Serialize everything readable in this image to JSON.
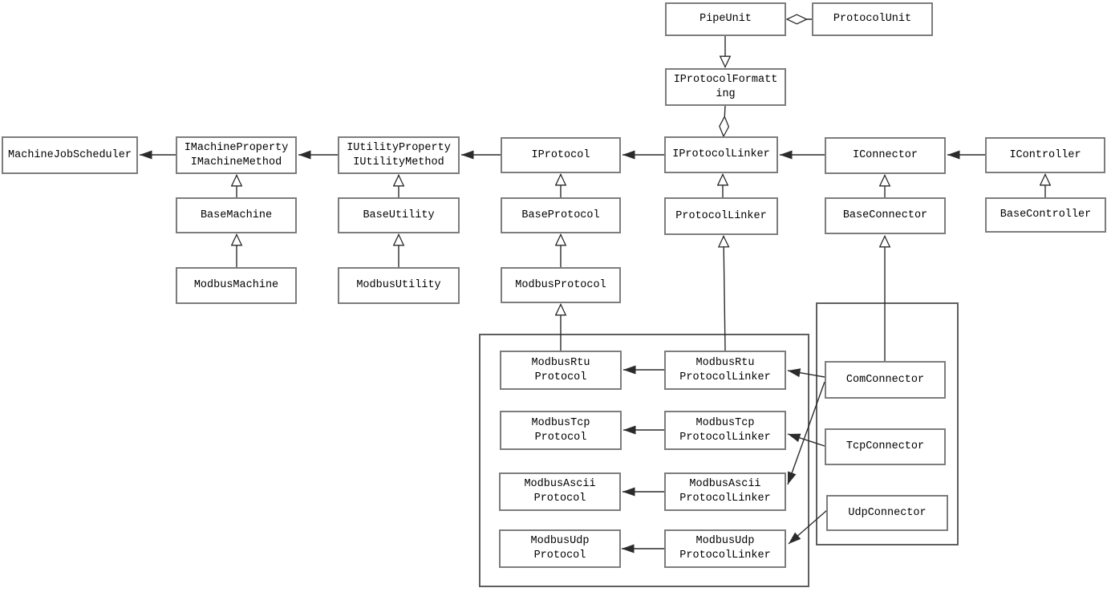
{
  "diagram": {
    "type": "uml-class-diagram",
    "colors": {
      "background": "#ffffff",
      "box_fill": "#ffffff",
      "box_border": "#7d7d7d",
      "group_border": "#5f5f5f",
      "line": "#2b2b2b",
      "text": "#000000"
    },
    "nodes": {
      "pipe_unit": {
        "label": "PipeUnit"
      },
      "protocol_unit": {
        "label": "ProtocolUnit"
      },
      "iprotocol_formatting": {
        "label": "IProtocolFormatting"
      },
      "machine_job_scheduler": {
        "label": "MachineJobScheduler"
      },
      "imachine": {
        "label": "IMachineProperty\nIMachineMethod"
      },
      "iutility": {
        "label": "IUtilityProperty\nIUtilityMethod"
      },
      "iprotocol": {
        "label": "IProtocol"
      },
      "iprotocol_linker": {
        "label": "IProtocolLinker"
      },
      "iconnector": {
        "label": "IConnector"
      },
      "icontroller": {
        "label": "IController"
      },
      "base_machine": {
        "label": "BaseMachine"
      },
      "base_utility": {
        "label": "BaseUtility"
      },
      "base_protocol": {
        "label": "BaseProtocol"
      },
      "protocol_linker": {
        "label": "ProtocolLinker"
      },
      "base_connector": {
        "label": "BaseConnector"
      },
      "base_controller": {
        "label": "BaseController"
      },
      "modbus_machine": {
        "label": "ModbusMachine"
      },
      "modbus_utility": {
        "label": "ModbusUtility"
      },
      "modbus_protocol": {
        "label": "ModbusProtocol"
      },
      "modbus_rtu_protocol": {
        "label": "ModbusRtu\nProtocol"
      },
      "modbus_rtu_protocol_linker": {
        "label": "ModbusRtu\nProtocolLinker"
      },
      "modbus_tcp_protocol": {
        "label": "ModbusTcp\nProtocol"
      },
      "modbus_tcp_protocol_linker": {
        "label": "ModbusTcp\nProtocolLinker"
      },
      "modbus_ascii_protocol": {
        "label": "ModbusAscii\nProtocol"
      },
      "modbus_ascii_protocol_linker": {
        "label": "ModbusAscii\nProtocolLinker"
      },
      "modbus_udp_protocol": {
        "label": "ModbusUdp\nProtocol"
      },
      "modbus_udp_protocol_linker": {
        "label": "ModbusUdp\nProtocolLinker"
      },
      "com_connector": {
        "label": "ComConnector"
      },
      "tcp_connector": {
        "label": "TcpConnector"
      },
      "udp_connector": {
        "label": "UdpConnector"
      }
    },
    "groups": [
      {
        "name": "modbus-protocols-group",
        "members": [
          "modbus_rtu_protocol",
          "modbus_rtu_protocol_linker",
          "modbus_tcp_protocol",
          "modbus_tcp_protocol_linker",
          "modbus_ascii_protocol",
          "modbus_ascii_protocol_linker",
          "modbus_udp_protocol",
          "modbus_udp_protocol_linker"
        ]
      },
      {
        "name": "connectors-group",
        "members": [
          "com_connector",
          "tcp_connector",
          "udp_connector"
        ]
      }
    ],
    "edges": [
      {
        "from": "protocol_unit",
        "to": "pipe_unit",
        "type": "aggregation"
      },
      {
        "from": "pipe_unit",
        "to": "iprotocol_formatting",
        "type": "generalization"
      },
      {
        "from": "iprotocol_formatting",
        "to": "iprotocol_linker",
        "type": "aggregation"
      },
      {
        "from": "imachine",
        "to": "machine_job_scheduler",
        "type": "association"
      },
      {
        "from": "iutility",
        "to": "imachine",
        "type": "association"
      },
      {
        "from": "iprotocol",
        "to": "iutility",
        "type": "association"
      },
      {
        "from": "iprotocol_linker",
        "to": "iprotocol",
        "type": "association"
      },
      {
        "from": "iconnector",
        "to": "iprotocol_linker",
        "type": "association"
      },
      {
        "from": "icontroller",
        "to": "iconnector",
        "type": "association"
      },
      {
        "from": "base_machine",
        "to": "imachine",
        "type": "generalization"
      },
      {
        "from": "modbus_machine",
        "to": "base_machine",
        "type": "generalization"
      },
      {
        "from": "base_utility",
        "to": "iutility",
        "type": "generalization"
      },
      {
        "from": "modbus_utility",
        "to": "base_utility",
        "type": "generalization"
      },
      {
        "from": "base_protocol",
        "to": "iprotocol",
        "type": "generalization"
      },
      {
        "from": "modbus_protocol",
        "to": "base_protocol",
        "type": "generalization"
      },
      {
        "from": "modbus_rtu_protocol",
        "to": "modbus_protocol",
        "type": "generalization"
      },
      {
        "from": "protocol_linker",
        "to": "iprotocol_linker",
        "type": "generalization"
      },
      {
        "from": "modbus_rtu_protocol_linker",
        "to": "protocol_linker",
        "type": "generalization"
      },
      {
        "from": "base_connector",
        "to": "iconnector",
        "type": "generalization"
      },
      {
        "from": "com_connector",
        "to": "base_connector",
        "type": "generalization"
      },
      {
        "from": "base_controller",
        "to": "icontroller",
        "type": "generalization"
      },
      {
        "from": "modbus_rtu_protocol_linker",
        "to": "modbus_rtu_protocol",
        "type": "association"
      },
      {
        "from": "modbus_tcp_protocol_linker",
        "to": "modbus_tcp_protocol",
        "type": "association"
      },
      {
        "from": "modbus_ascii_protocol_linker",
        "to": "modbus_ascii_protocol",
        "type": "association"
      },
      {
        "from": "modbus_udp_protocol_linker",
        "to": "modbus_udp_protocol",
        "type": "association"
      },
      {
        "from": "com_connector",
        "to": "modbus_rtu_protocol_linker",
        "type": "association"
      },
      {
        "from": "com_connector",
        "to": "modbus_ascii_protocol_linker",
        "type": "association"
      },
      {
        "from": "tcp_connector",
        "to": "modbus_tcp_protocol_linker",
        "type": "association"
      },
      {
        "from": "udp_connector",
        "to": "modbus_udp_protocol_linker",
        "type": "association"
      }
    ]
  }
}
